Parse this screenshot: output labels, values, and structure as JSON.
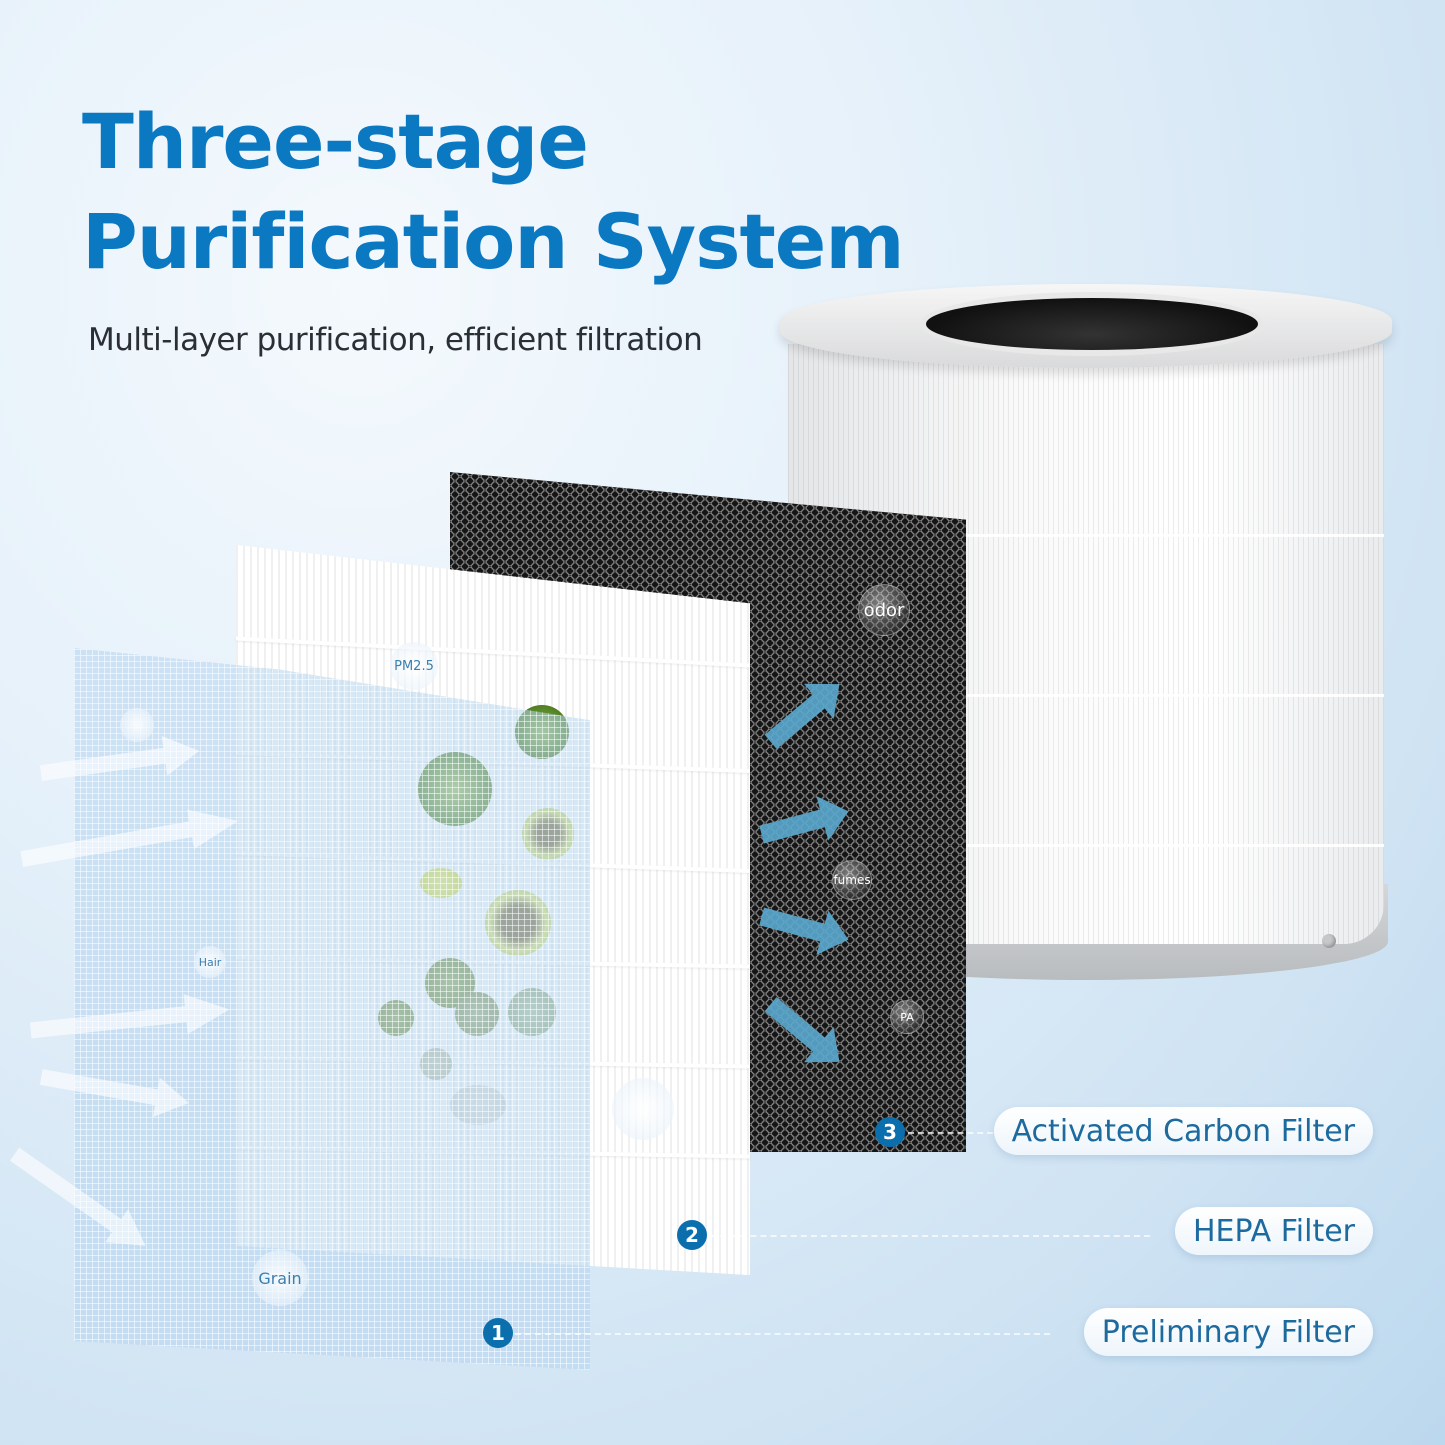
{
  "header": {
    "title_line1": "Three-stage",
    "title_line2": "Purification System",
    "subtitle": "Multi-layer purification, efficient filtration"
  },
  "colors": {
    "title": "#0b78c2",
    "subtitle": "#2a2f36",
    "badge": "#0b6fae",
    "label_text": "#1d6a9f",
    "airflow": "#5aa9cf"
  },
  "layers": [
    {
      "number": "1",
      "name": "Preliminary Filter",
      "particles": [
        "Hair",
        "Grain"
      ]
    },
    {
      "number": "2",
      "name": "HEPA Filter",
      "particles": [
        "PM2.5"
      ]
    },
    {
      "number": "3",
      "name": "Activated Carbon Filter",
      "particles": [
        "odor",
        "fumes",
        "PA"
      ]
    }
  ],
  "labels": {
    "carbon": "Activated Carbon Filter",
    "hepa": "HEPA Filter",
    "preliminary": "Preliminary Filter"
  },
  "particle_tags": {
    "pm25": "PM2.5",
    "hair": "Hair",
    "grain": "Grain",
    "odor": "odor",
    "fumes": "fumes",
    "pa": "PA"
  },
  "badges": {
    "one": "1",
    "two": "2",
    "three": "3"
  }
}
